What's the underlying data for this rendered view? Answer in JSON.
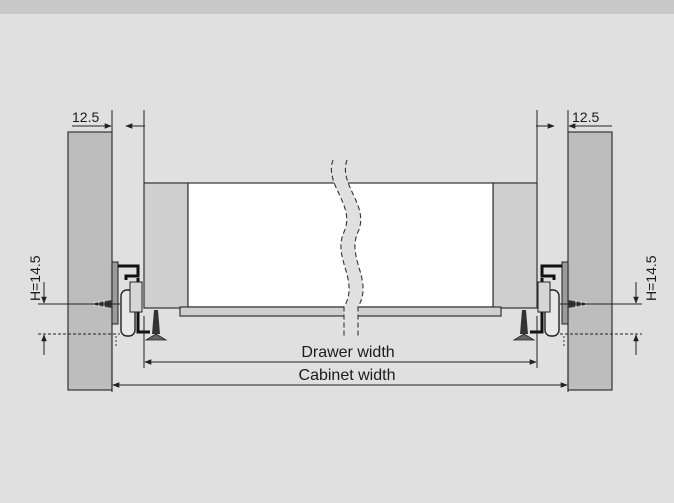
{
  "labels": {
    "left_gap": "12.5",
    "right_gap": "12.5",
    "left_height": "H=14.5",
    "right_height": "H=14.5",
    "drawer_width": "Drawer width",
    "cabinet_width": "Cabinet width"
  },
  "colors": {
    "background": "#e0e0e0",
    "top_bar": "#c8c8c8",
    "cabinet_wall": "#bdbdbd",
    "drawer_side": "#cfcfcf",
    "drawer_front": "#ffffff",
    "outline": "#333333"
  }
}
